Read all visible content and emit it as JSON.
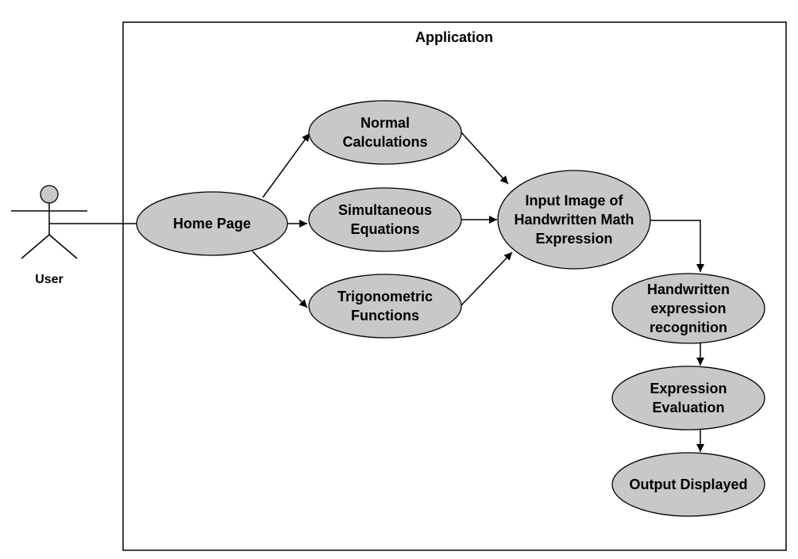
{
  "diagram": {
    "system_boundary": {
      "title": "Application"
    },
    "actor": {
      "label": "User"
    },
    "colors": {
      "node_fill": "#c8c8c8",
      "stroke": "#000000",
      "background": "#ffffff"
    },
    "nodes": {
      "home_page": {
        "lines": [
          "Home Page"
        ]
      },
      "normal_calculations": {
        "lines": [
          "Normal",
          "Calculations"
        ]
      },
      "simultaneous_equations": {
        "lines": [
          "Simultaneous",
          "Equations"
        ]
      },
      "trigonometric_functions": {
        "lines": [
          "Trigonometric",
          "Functions"
        ]
      },
      "input_image": {
        "lines": [
          "Input Image of",
          "Handwritten Math",
          "Expression"
        ]
      },
      "recognition": {
        "lines": [
          "Handwritten",
          "expression",
          "recognition"
        ]
      },
      "evaluation": {
        "lines": [
          "Expression",
          "Evaluation"
        ]
      },
      "output": {
        "lines": [
          "Output Displayed"
        ]
      }
    }
  }
}
